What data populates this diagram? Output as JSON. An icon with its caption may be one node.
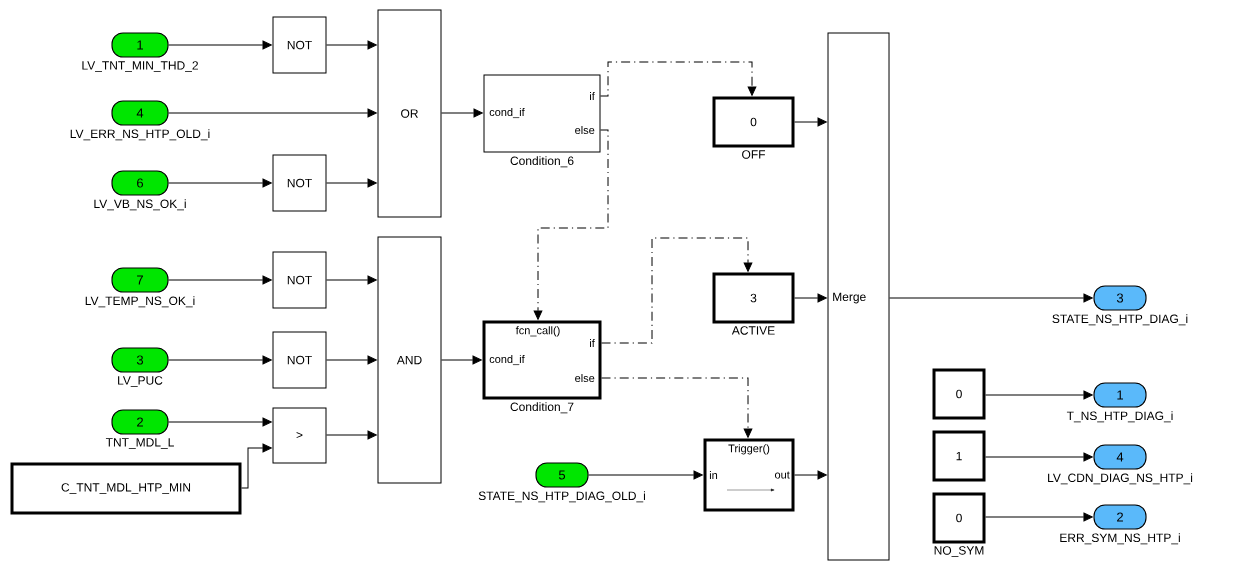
{
  "diagram": {
    "nodes": [
      {
        "text": [
          "1"
        ],
        "beside": [
          "LV_TNT_MIN_THD_2"
        ]
      },
      {
        "text": [
          "4"
        ],
        "beside": [
          "LV_ERR_NS_HTP_OLD_i"
        ]
      },
      {
        "text": [
          "6"
        ],
        "beside": [
          "LV_VB_NS_OK_i"
        ]
      },
      {
        "text": [
          "7"
        ],
        "beside": [
          "LV_TEMP_NS_OK_i"
        ]
      },
      {
        "text": [
          "3"
        ],
        "beside": [
          "LV_PUC"
        ]
      },
      {
        "text": [
          "2"
        ],
        "beside": [
          "TNT_MDL_L"
        ]
      },
      {
        "text": [
          "C_TNT_MDL_HTP_MIN"
        ]
      },
      {
        "text": [
          "NOT"
        ]
      },
      {
        "text": [
          "NOT"
        ]
      },
      {
        "text": [
          "NOT"
        ]
      },
      {
        "text": [
          "NOT"
        ]
      },
      {
        "text": [
          ">"
        ]
      },
      {
        "text": [
          "OR"
        ]
      },
      {
        "text": [
          "AND"
        ]
      },
      {
        "text": [
          "if",
          "cond_if",
          "else"
        ],
        "beside": [
          "Condition_6"
        ]
      },
      {
        "text": [
          "fcn_call()",
          "if",
          "cond_if",
          "else"
        ],
        "beside": [
          "Condition_7"
        ]
      },
      {
        "text": [
          "0"
        ],
        "beside": [
          "OFF"
        ]
      },
      {
        "text": [
          "3"
        ],
        "beside": [
          "ACTIVE"
        ]
      },
      {
        "text": [
          "5"
        ],
        "beside": [
          "STATE_NS_HTP_DIAG_OLD_i"
        ]
      },
      {
        "text": [
          "Trigger()",
          "in",
          "out"
        ]
      },
      {
        "text": [
          "Merge"
        ]
      },
      {
        "text": [
          "3"
        ],
        "beside": [
          "STATE_NS_HTP_DIAG_i"
        ]
      },
      {
        "text": [
          "0"
        ]
      },
      {
        "text": [
          "1"
        ],
        "beside": [
          "T_NS_HTP_DIAG_i"
        ]
      },
      {
        "text": [
          "1"
        ]
      },
      {
        "text": [
          "4"
        ],
        "beside": [
          "LV_CDN_DIAG_NS_HTP_i"
        ]
      },
      {
        "text": [
          "0"
        ],
        "beside": [
          "NO_SYM"
        ]
      },
      {
        "text": [
          "2"
        ],
        "beside": [
          "ERR_SYM_NS_HTP_i"
        ]
      }
    ],
    "edges": [
      {
        "from": 0,
        "to": 7,
        "arrow": "to"
      },
      {
        "from": 7,
        "to": 12,
        "arrow": "to"
      },
      {
        "from": 1,
        "to": 12,
        "arrow": "to"
      },
      {
        "from": 2,
        "to": 8,
        "arrow": "to"
      },
      {
        "from": 8,
        "to": 12,
        "arrow": "to"
      },
      {
        "from": 3,
        "to": 9,
        "arrow": "to"
      },
      {
        "from": 9,
        "to": 13,
        "arrow": "to"
      },
      {
        "from": 4,
        "to": 10,
        "arrow": "to"
      },
      {
        "from": 10,
        "to": 13,
        "arrow": "to"
      },
      {
        "from": 5,
        "to": 11,
        "arrow": "to"
      },
      {
        "from": 6,
        "to": 11,
        "arrow": "to"
      },
      {
        "from": 11,
        "to": 13,
        "arrow": "to"
      },
      {
        "from": 12,
        "to": 14,
        "arrow": "to"
      },
      {
        "from": 13,
        "to": 15,
        "arrow": "to"
      },
      {
        "from": 14,
        "to": 16,
        "arrow": "to",
        "style": "dashed"
      },
      {
        "from": 14,
        "to": 15,
        "arrow": "to",
        "style": "dashed"
      },
      {
        "from": 15,
        "to": 17,
        "arrow": "to",
        "style": "dashed"
      },
      {
        "from": 15,
        "to": 19,
        "arrow": "to",
        "style": "dashed"
      },
      {
        "from": 18,
        "to": 19,
        "arrow": "to"
      },
      {
        "from": 16,
        "to": 20,
        "arrow": "to"
      },
      {
        "from": 17,
        "to": 20,
        "arrow": "to"
      },
      {
        "from": 19,
        "to": 20,
        "arrow": "to"
      },
      {
        "from": 20,
        "to": 21,
        "arrow": "to"
      },
      {
        "from": 22,
        "to": 23,
        "arrow": "to"
      },
      {
        "from": 24,
        "to": 25,
        "arrow": "to"
      },
      {
        "from": 26,
        "to": 27,
        "arrow": "to"
      }
    ]
  }
}
